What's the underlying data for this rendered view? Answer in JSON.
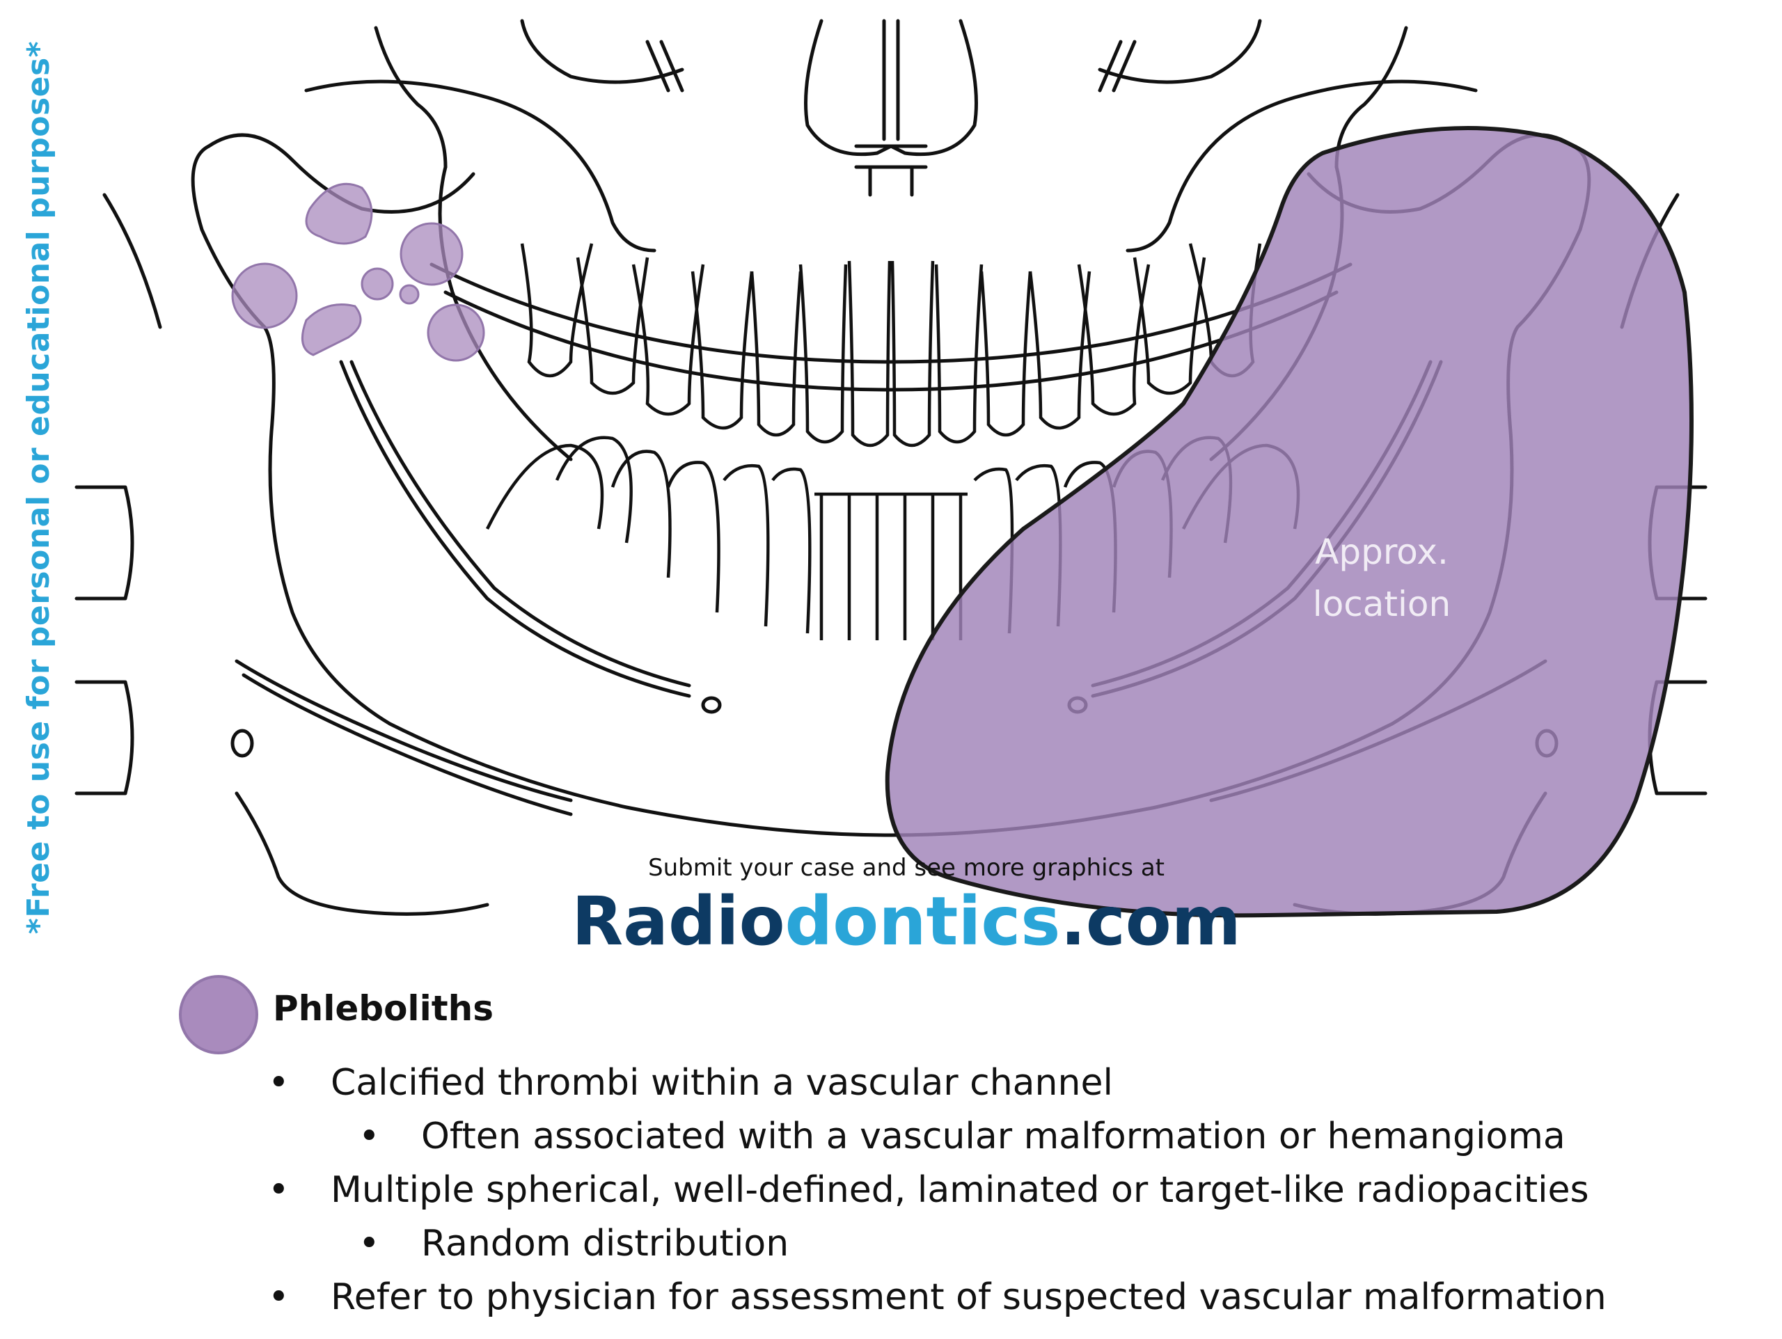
{
  "side_note": "*Free to use for personal or educational purposes*",
  "watermark": "Radiodontics.com",
  "region_label": [
    "Approx.",
    "location"
  ],
  "submit_text": "Submit your case and see more graphics at",
  "brand": {
    "part1": "Radio",
    "part2": "dontics",
    "part3": ".com",
    "color_dark": "#0d3a63",
    "color_light": "#2aa5d8"
  },
  "legend": {
    "title": "Phleboliths",
    "swatch_color": "#a98bbd"
  },
  "bullets": [
    {
      "level": 1,
      "text": "Calcified thrombi within a vascular channel"
    },
    {
      "level": 2,
      "text": "Often associated with a vascular malformation or hemangioma"
    },
    {
      "level": 1,
      "text": "Multiple spherical, well-defined, laminated or target-like radiopacities"
    },
    {
      "level": 2,
      "text": "Random distribution"
    },
    {
      "level": 1,
      "text": "Refer to physician for assessment of suspected vascular malformation"
    }
  ],
  "bullet_symbol": "•",
  "colors": {
    "lesion_fill": "#a083b8",
    "lesion_stroke": "#1a1a1a",
    "line": "#111111"
  }
}
